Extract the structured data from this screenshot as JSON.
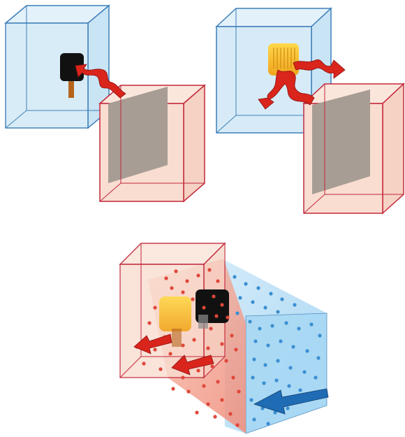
{
  "diagram": {
    "panels": [
      {
        "id": "panel-top-left",
        "sensor": "black-sensor",
        "arrows": "single-wavy-arrow"
      },
      {
        "id": "panel-top-right",
        "sensor": "yellow-sensor",
        "arrows": "double-wavy-arrows"
      },
      {
        "id": "panel-bottom",
        "sensors": [
          "yellow-sensor",
          "black-sensor"
        ],
        "flows": [
          "red-particles",
          "blue-particles"
        ]
      }
    ],
    "colors": {
      "blue_box_fill": "#d6ebf7",
      "blue_box_stroke": "#3e7fb8",
      "red_box_fill": "#f9ddd0",
      "red_box_stroke": "#c2283a",
      "gray_panel": "#a79d95",
      "arrow_red": "#d9251c",
      "arrow_blue": "#1f6bb4",
      "sensor_black": "#111111",
      "sensor_yellow": "#f4c430",
      "particle_red": "#e0463a",
      "particle_blue": "#3a8fd1"
    }
  }
}
